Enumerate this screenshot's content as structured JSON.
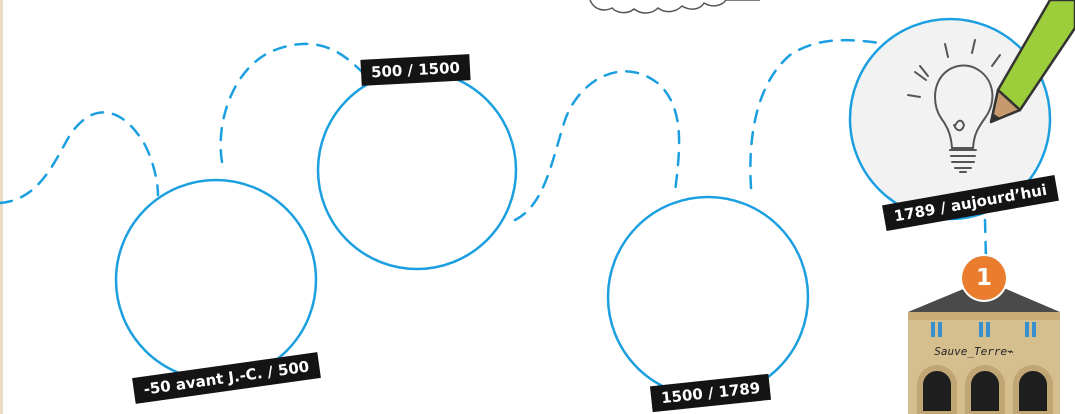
{
  "timeline": {
    "periods": [
      {
        "label": "-50 avant J.-C. / 500"
      },
      {
        "label": "500 / 1500"
      },
      {
        "label": "1500 / 1789"
      },
      {
        "label": "1789 / aujourd’hui"
      }
    ]
  },
  "museum": {
    "badge": "1",
    "sign": "Sauve_Terre⌁"
  },
  "colors": {
    "line": "#1b9fe0",
    "label_bg": "#141414",
    "badge": "#e97c2d",
    "building": "#d5bf8f",
    "roof": "#4a4a4a",
    "window": "#3a8fcd",
    "pencil": "#9ccd3a"
  },
  "icons": [
    "lightbulb-icon",
    "pencil-icon",
    "museum-building-icon"
  ]
}
